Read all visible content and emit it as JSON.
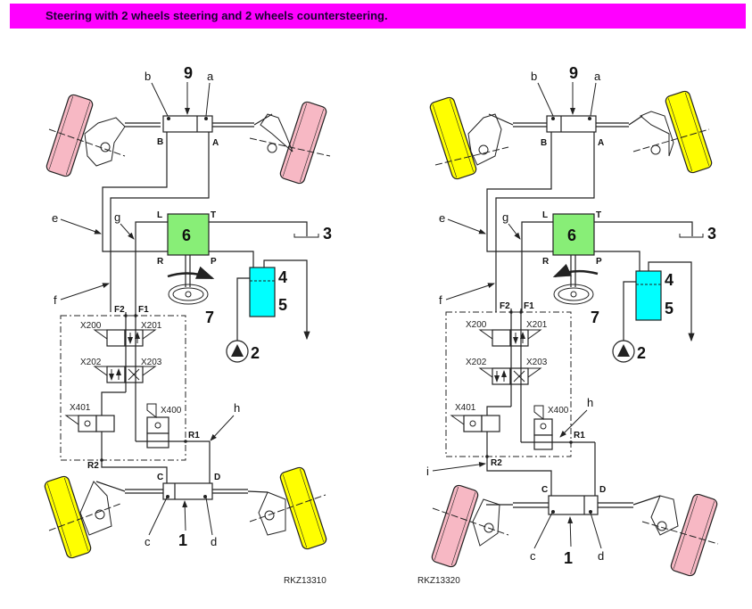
{
  "banner": {
    "title": "Steering with 2 wheels steering and 2 wheels countersteering.",
    "color": "#ff00ff"
  },
  "colors": {
    "steering_wheel_fill": "#f7b8c4",
    "countersteer_wheel_fill": "#ffff00",
    "steering_unit_fill": "#88ee77",
    "tank_fill": "#00ffff"
  },
  "diagrams": [
    {
      "id": "left",
      "caption": "RKZ13310",
      "front_wheels_color": "pink",
      "rear_wheels_color": "yellow",
      "steering_direction": "right",
      "labels": {
        "front_cylinder": "9",
        "rear_cylinder": "1",
        "steering_unit": "6",
        "return": "3",
        "filter": "4",
        "tank": "5",
        "steering_wheel": "7",
        "pump": "2",
        "a": "a",
        "b": "b",
        "c": "c",
        "d": "d",
        "e": "e",
        "f": "f",
        "g": "g",
        "h": "h",
        "port_A": "A",
        "port_B": "B",
        "port_C": "C",
        "port_D": "D",
        "port_L": "L",
        "port_T": "T",
        "port_R": "R",
        "port_P": "P",
        "port_F1": "F1",
        "port_F2": "F2",
        "port_R1": "R1",
        "port_R2": "R2",
        "valve_x200": "X200",
        "valve_x201": "X201",
        "valve_x202": "X202",
        "valve_x203": "X203",
        "valve_x400": "X400",
        "valve_x401": "X401"
      }
    },
    {
      "id": "right",
      "caption": "RKZ13320",
      "front_wheels_color": "yellow",
      "rear_wheels_color": "pink",
      "steering_direction": "left",
      "labels": {
        "front_cylinder": "9",
        "rear_cylinder": "1",
        "steering_unit": "6",
        "return": "3",
        "filter": "4",
        "tank": "5",
        "steering_wheel": "7",
        "pump": "2",
        "a": "a",
        "b": "b",
        "c": "c",
        "d": "d",
        "e": "e",
        "f": "f",
        "g": "g",
        "h": "h",
        "i": "i",
        "port_A": "A",
        "port_B": "B",
        "port_C": "C",
        "port_D": "D",
        "port_L": "L",
        "port_T": "T",
        "port_R": "R",
        "port_P": "P",
        "port_F1": "F1",
        "port_F2": "F2",
        "port_R1": "R1",
        "port_R2": "R2",
        "valve_x200": "X200",
        "valve_x201": "X201",
        "valve_x202": "X202",
        "valve_x203": "X203",
        "valve_x400": "X400",
        "valve_x401": "X401"
      }
    }
  ]
}
